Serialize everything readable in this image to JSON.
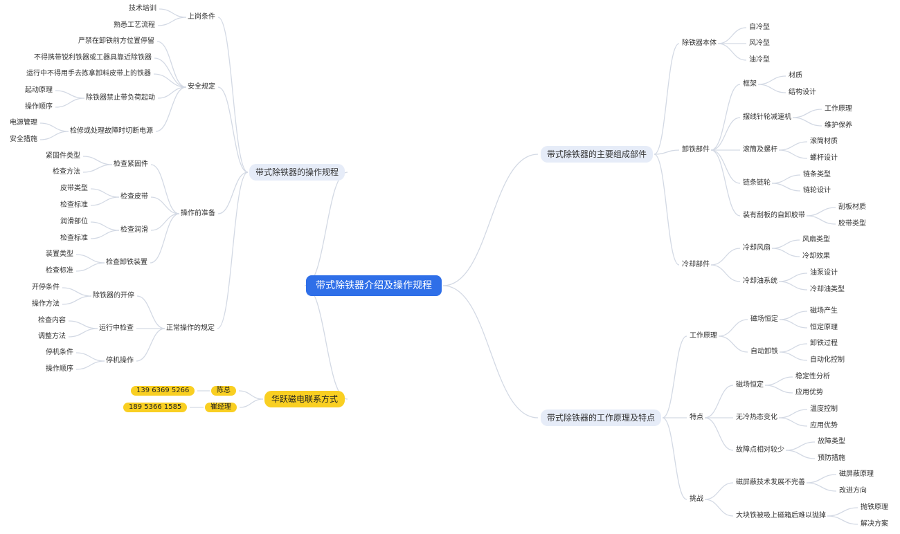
{
  "root": {
    "label": "带式除铁器介绍及操作规程"
  },
  "ops": {
    "label": "带式除铁器的操作规程",
    "shanggang": {
      "label": "上岗条件",
      "c1": "技术培训",
      "c2": "熟悉工艺流程"
    },
    "anquan": {
      "label": "安全规定",
      "c1": "严禁在卸铁前方位置停留",
      "c2": "不得携带锐利铁器或工器具靠近除铁器",
      "c3": "运行中不得用手去拣拿卸料皮带上的铁器",
      "c4": {
        "label": "除铁器禁止带负荷起动",
        "g1": "起动原理",
        "g2": "操作顺序"
      },
      "c5": {
        "label": "检修或处理故障时切断电源",
        "g1": "电源管理",
        "g2": "安全措施"
      }
    },
    "zhunbei": {
      "label": "操作前准备",
      "c1": {
        "label": "检查紧固件",
        "g1": "紧固件类型",
        "g2": "检查方法"
      },
      "c2": {
        "label": "检查皮带",
        "g1": "皮带类型",
        "g2": "检查标准"
      },
      "c3": {
        "label": "检查润滑",
        "g1": "润滑部位",
        "g2": "检查标准"
      },
      "c4": {
        "label": "检查卸铁装置",
        "g1": "装置类型",
        "g2": "检查标准"
      }
    },
    "zhengchang": {
      "label": "正常操作的规定",
      "c1": {
        "label": "除铁器的开停",
        "g1": "开停条件",
        "g2": "操作方法"
      },
      "c2": {
        "label": "运行中检查",
        "g1": "检查内容",
        "g2": "调整方法"
      },
      "c3": {
        "label": "停机操作",
        "g1": "停机条件",
        "g2": "操作顺序"
      }
    }
  },
  "contact": {
    "label": "华跃磁电联系方式",
    "p1": {
      "name": "陈总",
      "phone": "139 6369 5266"
    },
    "p2": {
      "name": "崔经理",
      "phone": "189 5366 1585"
    }
  },
  "parts": {
    "label": "带式除铁器的主要组成部件",
    "benti": {
      "label": "除铁器本体",
      "c1": "自冷型",
      "c2": "风冷型",
      "c3": "油冷型"
    },
    "xietie": {
      "label": "卸铁部件",
      "c1": {
        "label": "框架",
        "g1": "材质",
        "g2": "结构设计"
      },
      "c2": {
        "label": "摆线针轮减速机",
        "g1": "工作原理",
        "g2": "维护保养"
      },
      "c3": {
        "label": "滚筒及螺杆",
        "g1": "滚筒材质",
        "g2": "螺杆设计"
      },
      "c4": {
        "label": "链条链轮",
        "g1": "链条类型",
        "g2": "链轮设计"
      },
      "c5": {
        "label": "装有刮板的自卸胶带",
        "g1": "刮板材质",
        "g2": "胶带类型"
      }
    },
    "lengque": {
      "label": "冷却部件",
      "c1": {
        "label": "冷却风扇",
        "g1": "风扇类型",
        "g2": "冷却效果"
      },
      "c2": {
        "label": "冷却油系统",
        "g1": "油泵设计",
        "g2": "冷却油类型"
      }
    }
  },
  "principle": {
    "label": "带式除铁器的工作原理及特点",
    "yuanli": {
      "label": "工作原理",
      "c1": {
        "label": "磁场恒定",
        "g1": "磁场产生",
        "g2": "恒定原理"
      },
      "c2": {
        "label": "自动卸铁",
        "g1": "卸铁过程",
        "g2": "自动化控制"
      }
    },
    "tedian": {
      "label": "特点",
      "c1": {
        "label": "磁场恒定",
        "g1": "稳定性分析",
        "g2": "应用优势"
      },
      "c2": {
        "label": "无冷热态变化",
        "g1": "温度控制",
        "g2": "应用优势"
      },
      "c3": {
        "label": "故障点相对较少",
        "g1": "故障类型",
        "g2": "预防措施"
      }
    },
    "tiaozhan": {
      "label": "挑战",
      "c1": {
        "label": "磁屏蔽技术发展不完善",
        "g1": "磁屏蔽原理",
        "g2": "改进方向"
      },
      "c2": {
        "label": "大块铁被吸上磁箱后难以抛掉",
        "g1": "抛铁原理",
        "g2": "解决方案"
      }
    }
  }
}
